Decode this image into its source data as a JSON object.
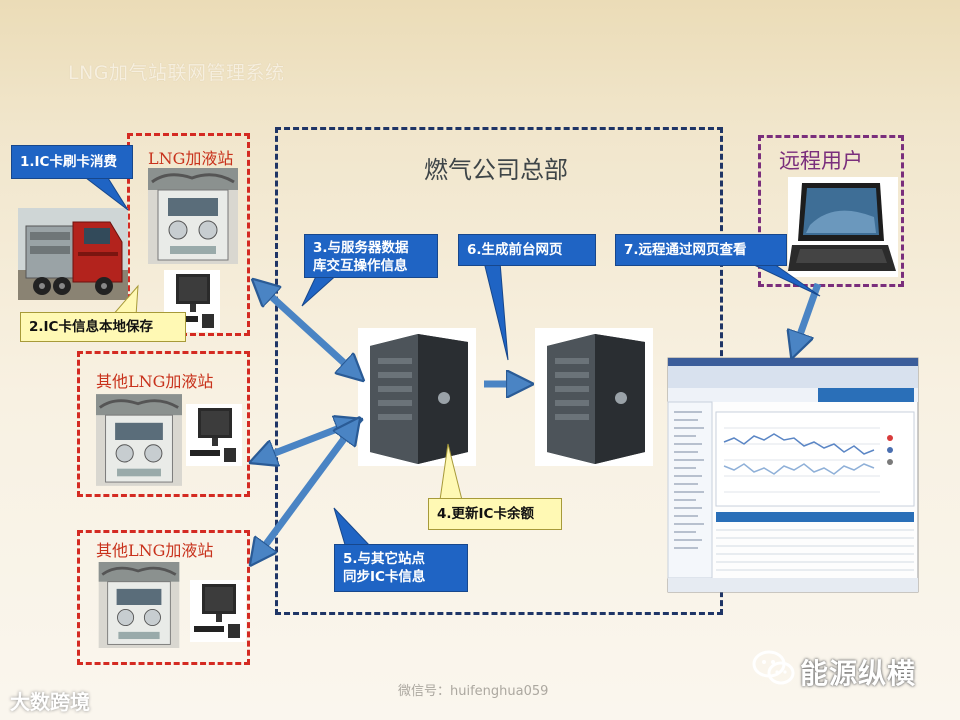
{
  "title": "LNG加气站联网管理系统",
  "regions": {
    "main_station": "LNG加液站",
    "other_station_1": "其他LNG加液站",
    "other_station_2": "其他LNG加液站",
    "headquarters": "燃气公司总部",
    "remote_user": "远程用户"
  },
  "callouts": {
    "step1": "1.IC卡刷卡消费",
    "step2": "2.IC卡信息本地保存",
    "step3_line1": "3.与服务器数据",
    "step3_line2": "库交互操作信息",
    "step4": "4.更新IC卡余额",
    "step5_line1": "5.与其它站点",
    "step5_line2": "同步IC卡信息",
    "step6": "6.生成前台网页",
    "step7": "7.远程通过网页查看"
  },
  "footer": {
    "wechat": "微信号：huifenghua059",
    "brand": "能源纵横",
    "corner": "大数跨境"
  },
  "colors": {
    "station_border": "#d42a22",
    "hq_border": "#1f3566",
    "remote_border": "#7a2e7c",
    "callout_blue": "#1f64c4",
    "callout_yellow": "#fff9b4",
    "arrow": "#4a84c4"
  }
}
